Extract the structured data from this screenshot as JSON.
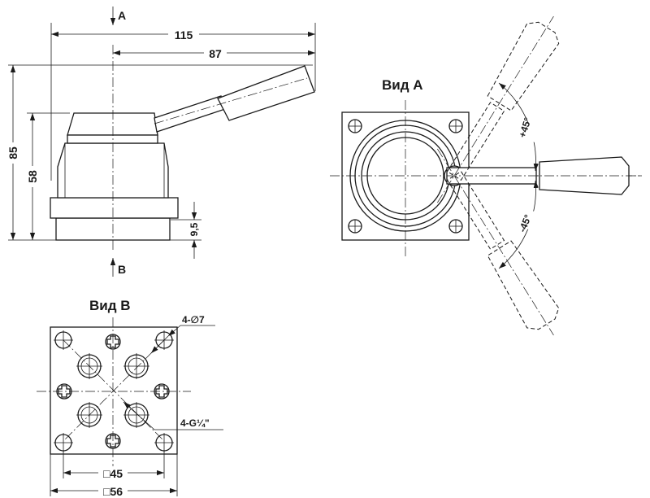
{
  "labels": {
    "arrow_top": "A",
    "arrow_bottom": "B",
    "view_a_title": "Вид А",
    "view_b_title": "Вид В"
  },
  "dimensions": {
    "overall_width": "115",
    "lever_reach": "87",
    "overall_height": "85",
    "body_height": "58",
    "base_height": "9,5",
    "angle_up": "+45°",
    "angle_down": "-45°",
    "holes": "4-∅7",
    "ports": "4-G¼\"",
    "inner_square": "□45",
    "outer_square": "□56"
  }
}
